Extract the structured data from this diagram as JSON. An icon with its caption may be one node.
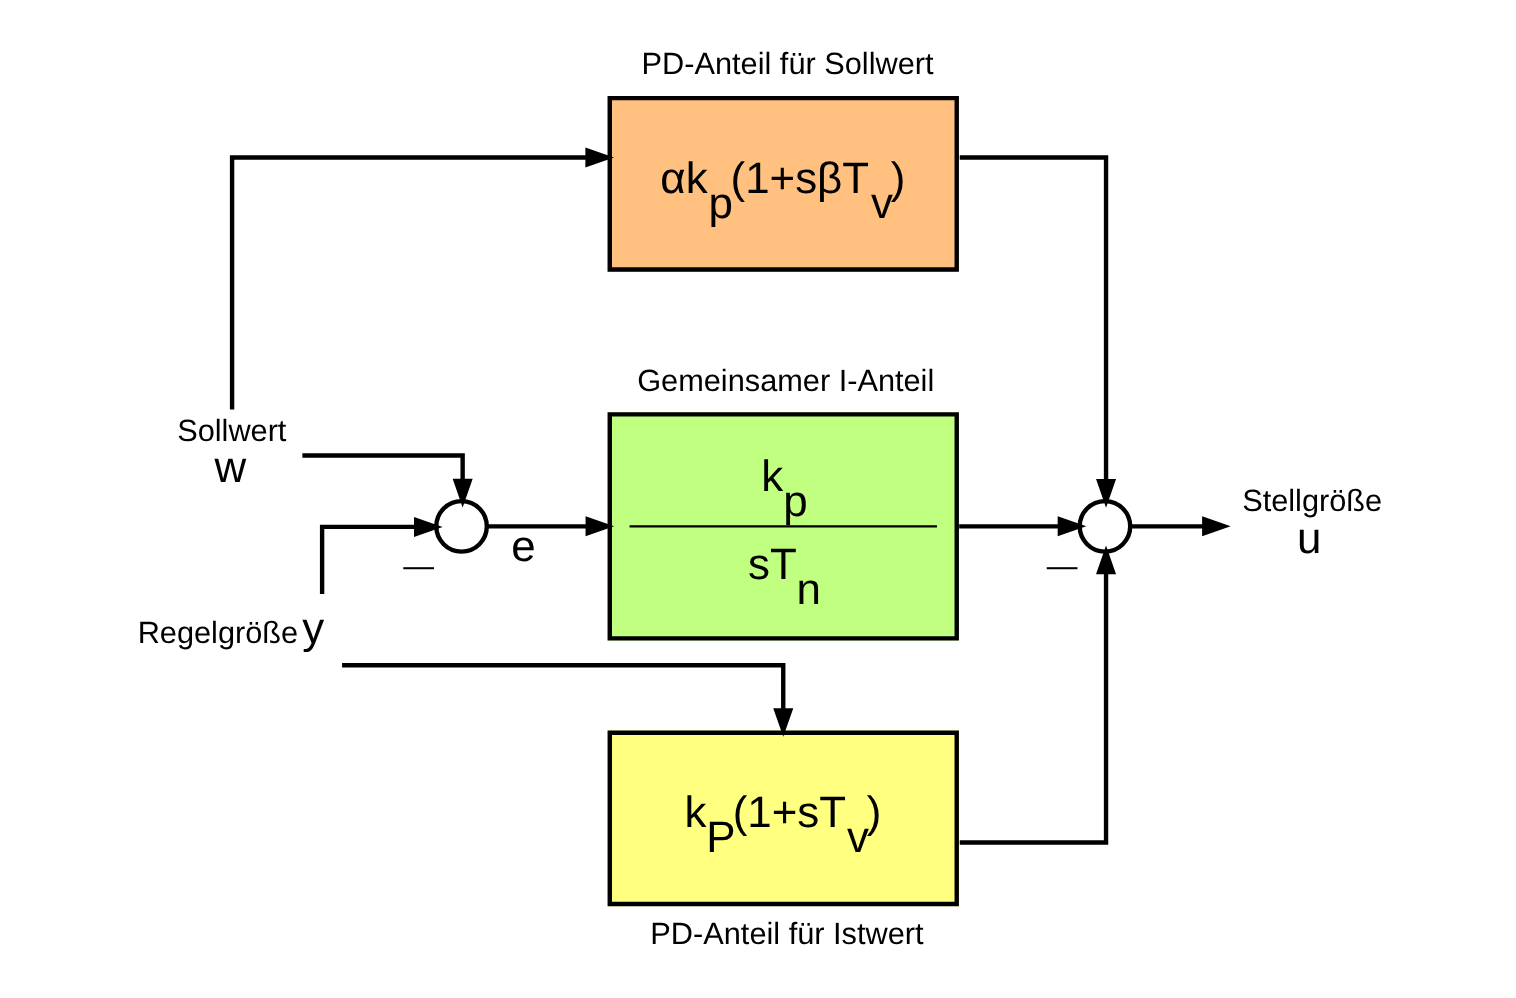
{
  "diagram": {
    "nodes": [
      {
        "text": [
          "Sollwert",
          "w"
        ]
      },
      {
        "text": [
          "PD-Anteil für Sollwert",
          "αk$_{p}$(1+sβT$_{v}$)"
        ]
      },
      {
        "text": [],
        "shape": "circle",
        "beside": [
          "—"
        ]
      },
      {
        "text": [
          "Gemeinsamer I-Anteil",
          "k$_{p}$",
          "sT$_{n}$"
        ]
      },
      {
        "text": [],
        "shape": "circle",
        "beside": [
          "—"
        ]
      },
      {
        "text": [
          "Stellgröße",
          "u"
        ]
      },
      {
        "text": [
          "k$_{P}$(1+sT$_{v}$)",
          "PD-Anteil für Istwert"
        ]
      },
      {
        "text": [
          "Regelgröße",
          "y"
        ]
      }
    ],
    "edges": [
      {
        "from": 0,
        "to": 1,
        "arrow": "to"
      },
      {
        "from": 0,
        "to": 2,
        "arrow": "to"
      },
      {
        "from": 2,
        "to": 3,
        "arrow": "to",
        "label": "e"
      },
      {
        "from": 1,
        "to": 4,
        "arrow": "to"
      },
      {
        "from": 3,
        "to": 4,
        "arrow": "to"
      },
      {
        "from": 6,
        "to": 4,
        "arrow": "to"
      },
      {
        "from": 4,
        "to": 5,
        "arrow": "to"
      },
      {
        "from": 7,
        "to": 2,
        "arrow": "to"
      },
      {
        "from": 7,
        "to": 6,
        "arrow": "to"
      }
    ]
  }
}
